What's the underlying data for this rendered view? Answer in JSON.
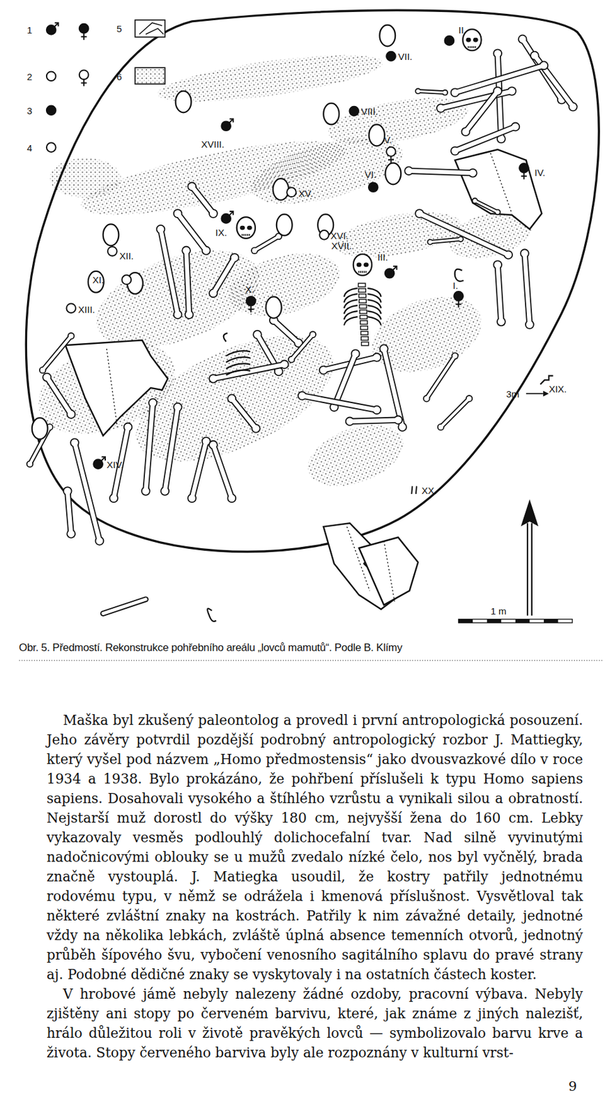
{
  "diagram": {
    "caption": "Obr. 5. Předmostí. Rekonstrukce pohřebního areálu „lovců mamutů“. Podle B. Klímy",
    "labels": [
      "II.",
      "VII.",
      "VIII.",
      "XVIII.",
      "V.",
      "VI.",
      "IV.",
      "XV.",
      "IX.",
      "XVI.",
      "XVII.",
      "III.",
      "XII.",
      "XI.",
      "XIII.",
      "X.",
      "I.",
      "3m",
      "XIX.",
      "XIV.",
      "XX.",
      "1 m",
      "Maška byl zkušený paleontolog a provedl i první antropologická posouzení. Jeho závěry potvrdil pozdější podrobný antropologický rozbor J. Mattiegky, který vyšel pod názvem „Homo předmostensis“ jako dvousvazkové dílo v roce 1934 a 1938. Bylo prokázáno, že pohřbení příslušeli k typu Homo sapiens sapiens. Dosahovali vysokého a štíhlého vzrůstu a vynikali silou a obratností. Nejstarší muž dorostl do výšky 180 cm, nejvyšší žena do 160 cm. Lebky vykazovaly vesměs podlouhlý dolichocefalní tvar. Nad silně vyvinutými nadočnicovými oblouky se u mužů zvedalo nízké čelo, nos byl vyčnělý, brada značně vystouplá. J. Matiegka usoudil, že kostry patřily jednotnému rodovému typu, v němž se odrážela i kmenová příslušnost. Vysvětloval tak některé zvláštní znaky na kostrách. Patřily k nim závažné detaily, jednotné vždy na několika lebkách, zvláště úplná absence temenních otvorů, jednotný průběh šípového švu, vybočení venosního sagitálního splavu do pravé strany aj. Podobné dědičné znaky se vyskytovaly i na ostatních částech koster.",
      "V hrobové jámě nebyly nalezeny žádné ozdoby, pracovní výbava. Nebyly zjištěny ani stopy po červeném barvivu, které, jak známe z jiných nalezišť, hrálo důležitou roli v životě pravěkých lovců — symbolizovalo barvu krve a života. Stopy červeného barviva byly ale rozpoznány v kulturní vrst-",
      "9"
    ],
    "legend": [
      {
        "text": "1"
      },
      {
        "text": "2"
      },
      {
        "text": "3"
      },
      {
        "text": "4"
      },
      {
        "text": "5"
      },
      {
        "text": "6"
      }
    ]
  }
}
